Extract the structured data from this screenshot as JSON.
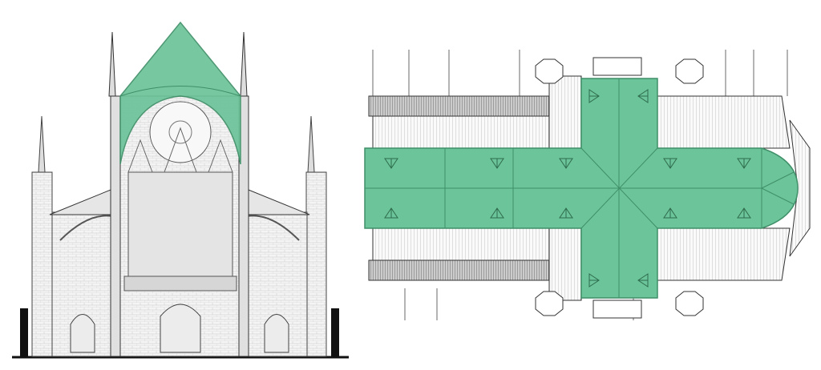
{
  "figure": {
    "panels": [
      {
        "id": "section",
        "kind": "cross-section elevation"
      },
      {
        "id": "plan",
        "kind": "roof plan"
      }
    ]
  },
  "colors": {
    "highlight": "#6cc49a",
    "highlight_stroke": "#3f8f68",
    "line": "#333333",
    "hatch": "#888888",
    "wall": "#f2f2f2"
  }
}
